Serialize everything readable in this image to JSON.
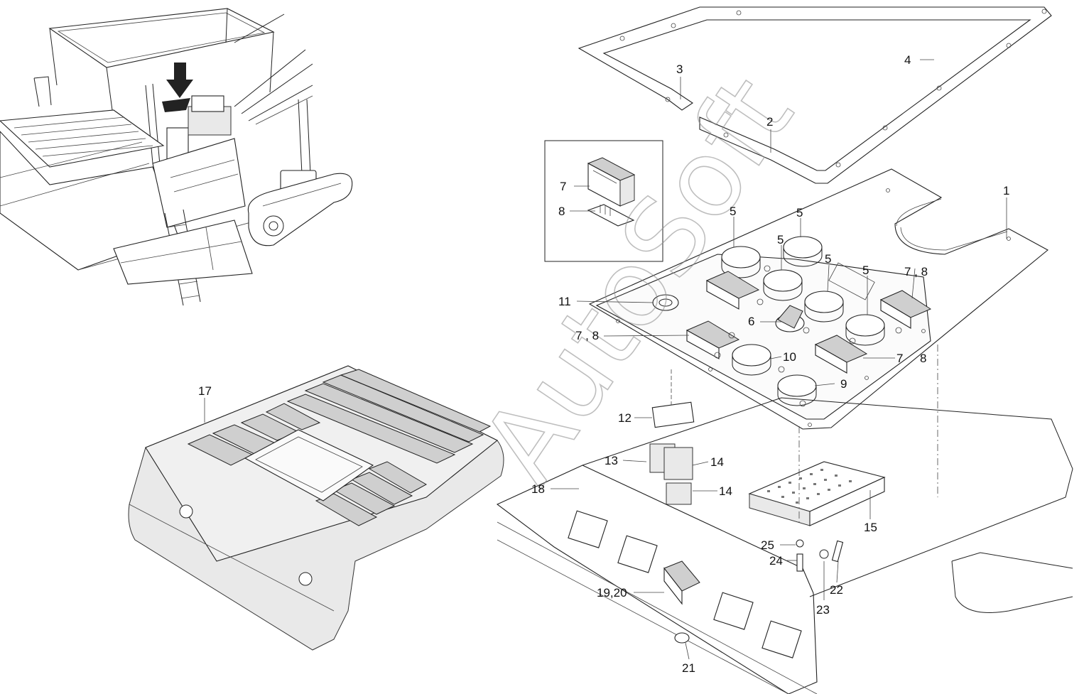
{
  "watermark": "AutoSoft",
  "callouts": [
    {
      "id": "c1",
      "text": "1"
    },
    {
      "id": "c2",
      "text": "2"
    },
    {
      "id": "c3",
      "text": "3"
    },
    {
      "id": "c4",
      "text": "4"
    },
    {
      "id": "c5a",
      "text": "5"
    },
    {
      "id": "c5b",
      "text": "5"
    },
    {
      "id": "c5c",
      "text": "5"
    },
    {
      "id": "c5d",
      "text": "5"
    },
    {
      "id": "c5e",
      "text": "5"
    },
    {
      "id": "c6",
      "text": "6"
    },
    {
      "id": "c7inset",
      "text": "7"
    },
    {
      "id": "c8inset",
      "text": "8"
    },
    {
      "id": "c78right",
      "text": "7 , 8"
    },
    {
      "id": "c78left",
      "text": "7 , 8"
    },
    {
      "id": "c7b",
      "text": "7"
    },
    {
      "id": "c8b",
      "text": "8"
    },
    {
      "id": "c9",
      "text": "9"
    },
    {
      "id": "c10",
      "text": "10"
    },
    {
      "id": "c11",
      "text": "11"
    },
    {
      "id": "c12",
      "text": "12"
    },
    {
      "id": "c13",
      "text": "13"
    },
    {
      "id": "c14a",
      "text": "14"
    },
    {
      "id": "c14b",
      "text": "14"
    },
    {
      "id": "c15",
      "text": "15"
    },
    {
      "id": "c17",
      "text": "17"
    },
    {
      "id": "c18",
      "text": "18"
    },
    {
      "id": "c1920",
      "text": "19,20"
    },
    {
      "id": "c21",
      "text": "21"
    },
    {
      "id": "c22",
      "text": "22"
    },
    {
      "id": "c23",
      "text": "23"
    },
    {
      "id": "c24",
      "text": "24"
    },
    {
      "id": "c25",
      "text": "25"
    }
  ]
}
